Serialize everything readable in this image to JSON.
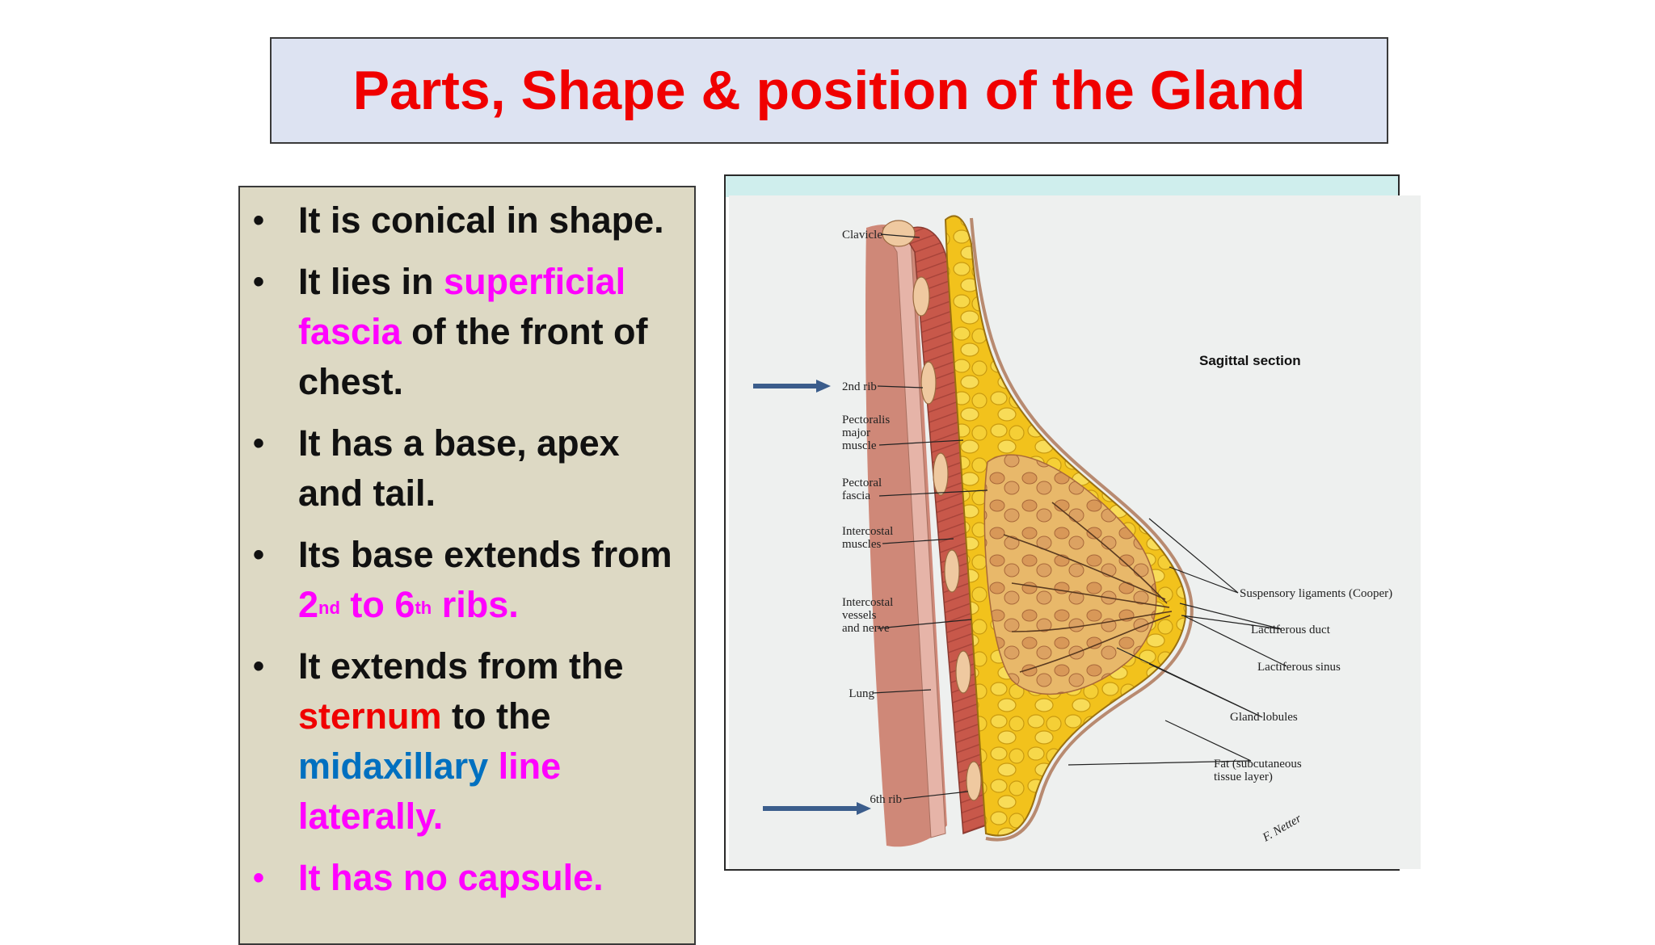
{
  "title": "Parts, Shape & position of the Gland",
  "bullets": {
    "b1": "It is conical in shape.",
    "b2": {
      "pre": "It lies in ",
      "hl": "superficial fascia",
      "post": " of the front of chest."
    },
    "b3": "It has a base, apex and tail.",
    "b4": {
      "pre": "Its base extends from ",
      "n1": "2",
      "s1": "nd",
      "mid": " to 6",
      "s2": "th",
      "end": " ribs."
    },
    "b5": {
      "pre": "It extends from the ",
      "sternum": "sternum",
      "mid": " to the ",
      "midax": "midaxillary",
      "line": " line laterally."
    },
    "b6": "It has no capsule."
  },
  "figure": {
    "heading": "Sagittal section",
    "labels": {
      "clavicle": "Clavicle",
      "rib2": "2nd rib",
      "pect1": "Pectoralis",
      "pect2": "major",
      "pect3": "muscle",
      "pf1": "Pectoral",
      "pf2": "fascia",
      "ic1": "Intercostal",
      "ic2": "muscles",
      "iv1": "Intercostal",
      "iv2": "vessels",
      "iv3": "and nerve",
      "lung": "Lung",
      "rib6": "6th rib",
      "susp": "Suspensory ligaments (Cooper)",
      "lduct": "Lactiferous duct",
      "lsinus": "Lactiferous sinus",
      "lobules": "Gland lobules",
      "fat1": "Fat (subcutaneous",
      "fat2": "tissue layer)",
      "sig": "F. Netter"
    }
  },
  "colors": {
    "title": "#f00000",
    "magenta": "#ff00ff",
    "blue": "#0070c0",
    "arrow": "#3b5d8c"
  }
}
